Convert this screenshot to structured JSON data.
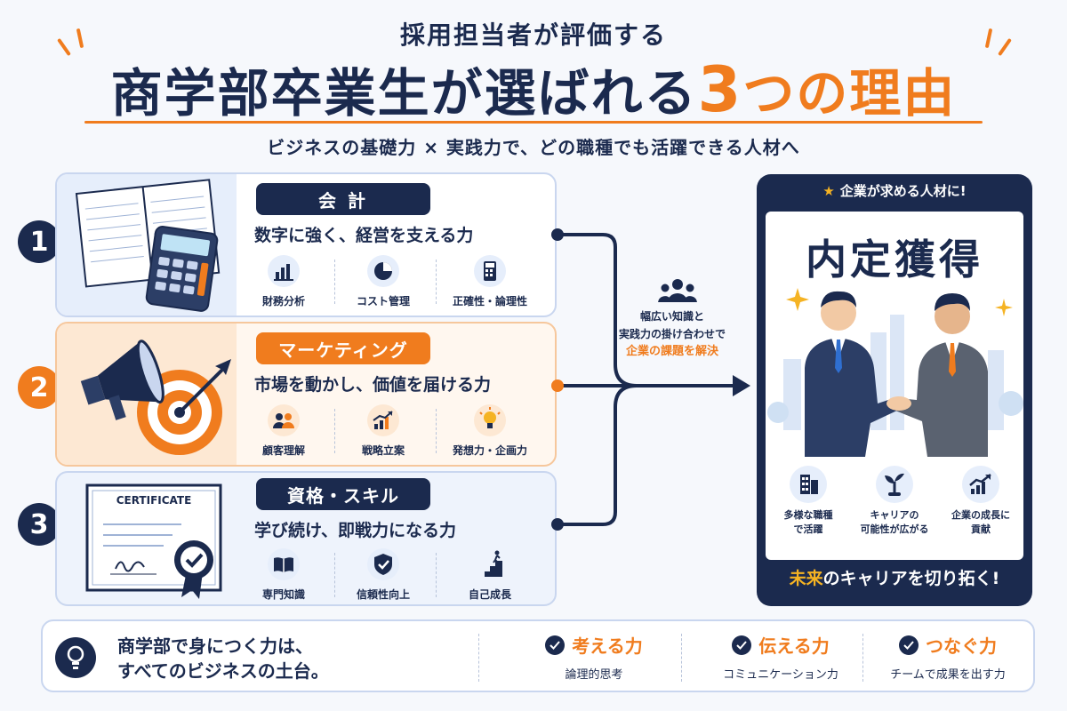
{
  "header": {
    "subtitle": "採用担当者が評価する",
    "title_main": "商学部卒業生が選ばれる",
    "title_number": "3",
    "title_tail": "つの理由",
    "tagline": "ビジネスの基礎力 × 実践力で、どの職種でも活躍できる人材へ"
  },
  "steps": [
    {
      "number": "1",
      "pill": "会 計",
      "desc": "数字に強く、経営を支える力",
      "features": [
        "財務分析",
        "コスト管理",
        "正確性・論理性"
      ],
      "icons": [
        "bar-chart-icon",
        "pie-chart-icon",
        "calculator-icon"
      ],
      "art_icon": "ledger-calculator-illustration"
    },
    {
      "number": "2",
      "pill": "マーケティング",
      "desc": "市場を動かし、価値を届ける力",
      "features": [
        "顧客理解",
        "戦略立案",
        "発想力・企画力"
      ],
      "icons": [
        "people-icon",
        "growth-chart-icon",
        "lightbulb-icon"
      ],
      "art_icon": "megaphone-target-illustration"
    },
    {
      "number": "3",
      "pill": "資格・スキル",
      "desc": "学び続け、即戦力になる力",
      "features": [
        "専門知識",
        "信頼性向上",
        "自己成長"
      ],
      "icons": [
        "book-icon",
        "shield-check-icon",
        "stairs-climb-icon"
      ],
      "art_icon": "certificate-illustration",
      "certificate_text": "CERTIFICATE"
    }
  ],
  "middle": {
    "line1": "幅広い知識と",
    "line2": "実践力の掛け合わせで",
    "highlight": "企業の課題を解決"
  },
  "card": {
    "header": "企業が求める人材に!",
    "big": "内定獲得",
    "benefits": [
      {
        "line1": "多様な職種",
        "line2": "で活躍",
        "icon": "building-icon"
      },
      {
        "line1": "キャリアの",
        "line2": "可能性が広がる",
        "icon": "sprout-icon"
      },
      {
        "line1": "企業の成長に",
        "line2": "貢献",
        "icon": "growth-chart-icon"
      }
    ],
    "footer_highlight": "未来",
    "footer_rest": "のキャリアを切り拓く!"
  },
  "bottom": {
    "line1": "商学部で身につく力は、",
    "line2": "すべてのビジネスの土台。",
    "powers": [
      {
        "title": "考える力",
        "sub": "論理的思考"
      },
      {
        "title": "伝える力",
        "sub": "コミュニケーション力"
      },
      {
        "title": "つなぐ力",
        "sub": "チームで成果を出す力"
      }
    ]
  },
  "colors": {
    "navy": "#1b2a4e",
    "orange": "#f07c1e",
    "gold": "#f5b323",
    "panel_blue": "#e6eefb",
    "panel_orange": "#fde8d3"
  }
}
